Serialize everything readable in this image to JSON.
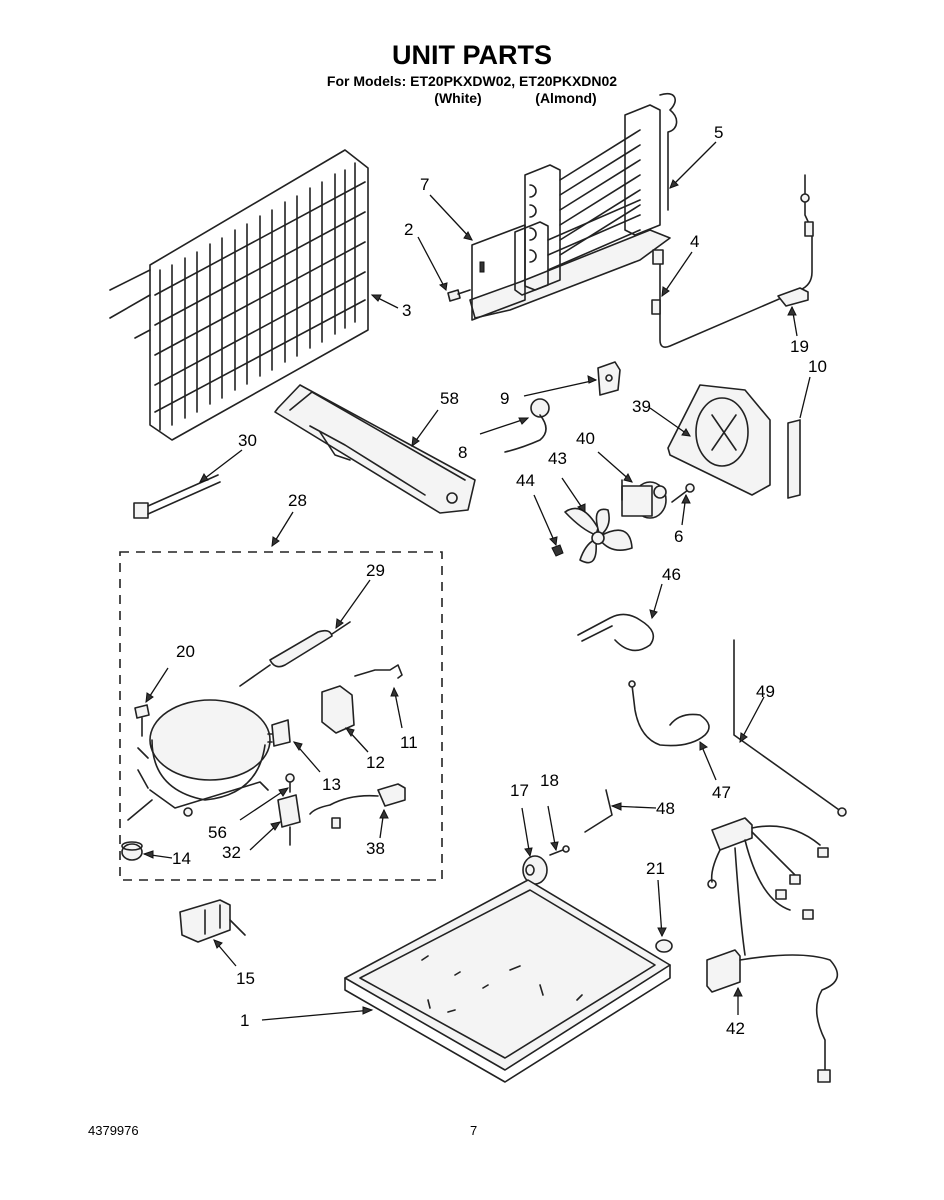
{
  "header": {
    "title": "UNIT PARTS",
    "models_line": "For Models: ET20PKXDW02, ET20PKXDN02",
    "color_white": "(White)",
    "color_almond": "(Almond)"
  },
  "footer": {
    "doc_number": "4379976",
    "page_number": "7"
  },
  "callouts": {
    "c1": "1",
    "c2": "2",
    "c3": "3",
    "c4": "4",
    "c5": "5",
    "c6": "6",
    "c7": "7",
    "c8": "8",
    "c9": "9",
    "c10": "10",
    "c11": "11",
    "c12": "12",
    "c13": "13",
    "c14": "14",
    "c15": "15",
    "c17": "17",
    "c18": "18",
    "c19": "19",
    "c20": "20",
    "c21": "21",
    "c28": "28",
    "c29": "29",
    "c30": "30",
    "c32": "32",
    "c38": "38",
    "c39": "39",
    "c40": "40",
    "c42": "42",
    "c43": "43",
    "c44": "44",
    "c46": "46",
    "c47": "47",
    "c48": "48",
    "c49": "49",
    "c56": "56",
    "c58": "58"
  }
}
